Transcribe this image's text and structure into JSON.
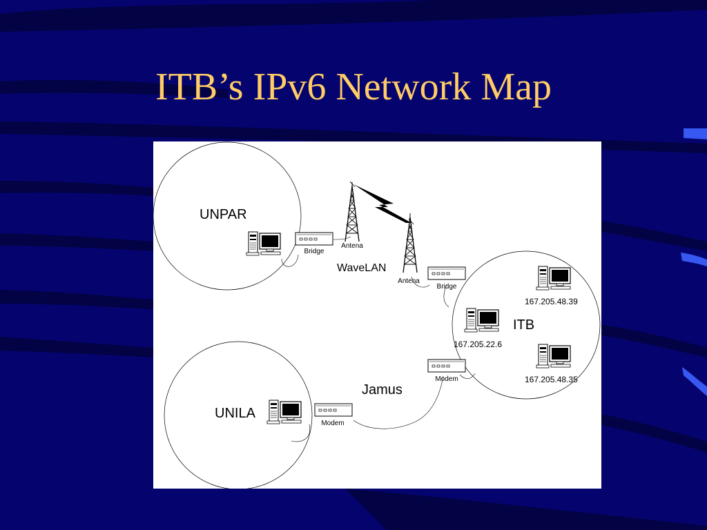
{
  "slide": {
    "title": "ITB’s IPv6 Network Map"
  },
  "colors": {
    "background": "#05046e",
    "title": "#ffcc66",
    "accent": "#3d62ff",
    "canvas": "#ffffff"
  },
  "diagram": {
    "sites": {
      "unpar": "UNPAR",
      "unila": "UNILA",
      "itb": "ITB"
    },
    "links": {
      "wavelan": "WaveLAN",
      "jamus": "Jamus"
    },
    "devices": {
      "bridge_unpar": "Bridge",
      "bridge_itb": "Bridge",
      "antenna_unpar": "Antena",
      "antenna_itb": "Antena",
      "modem_itb": "Modem",
      "modem_unila": "Modem"
    },
    "hosts": {
      "itb_host_1": "167.205.48.39",
      "itb_host_2": "167.205.22.6",
      "itb_host_3": "167.205.48.35"
    }
  }
}
